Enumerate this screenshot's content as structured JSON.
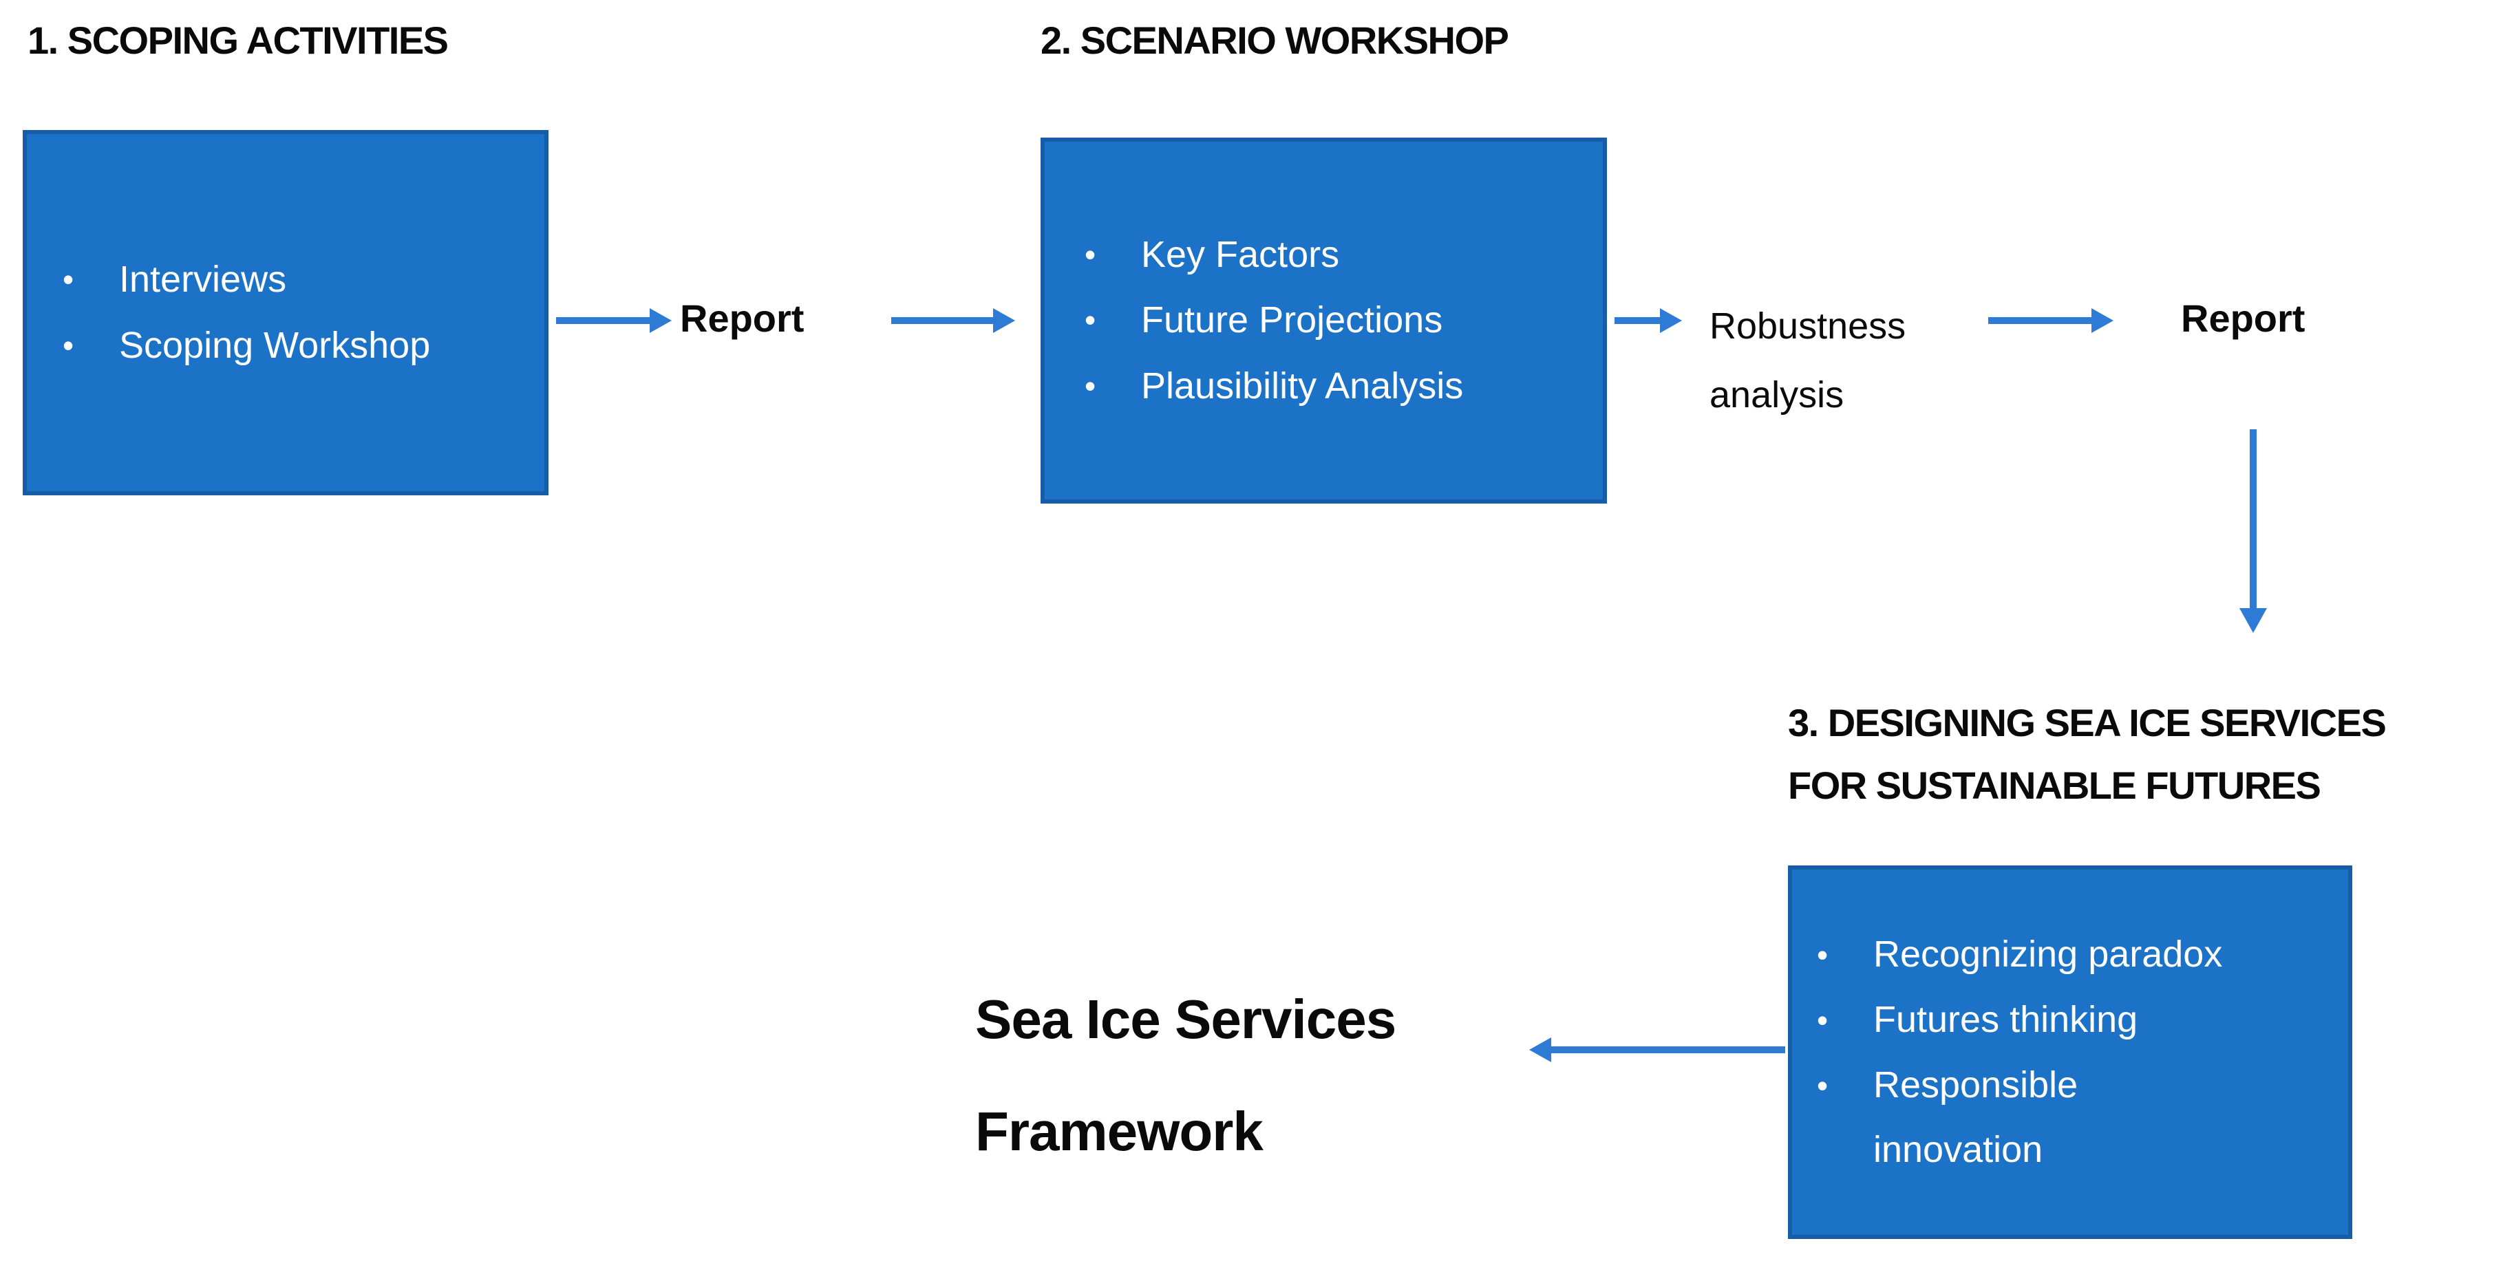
{
  "colors": {
    "box_fill": "#1c72c6",
    "box_border": "#175ca7",
    "arrow": "#2e7bd6",
    "ink": "#0a0a0a",
    "box_text": "#ffffff",
    "bg": "#ffffff"
  },
  "icons": {
    "bullet": "•"
  },
  "stage1": {
    "title": "1. SCOPING ACTIVITIES",
    "bullets": [
      "Interviews",
      "Scoping Workshop"
    ]
  },
  "flow1": {
    "report_label": "Report"
  },
  "stage2": {
    "title": "2. SCENARIO WORKSHOP",
    "bullets": [
      "Key Factors",
      "Future Projections",
      "Plausibility Analysis"
    ]
  },
  "flow2": {
    "robustness_label": "Robustness analysis",
    "report_label": "Report"
  },
  "stage3": {
    "title_line1": "3. DESIGNING SEA ICE SERVICES",
    "title_line2": "FOR SUSTAINABLE FUTURES",
    "bullets": [
      "Recognizing paradox",
      "Futures thinking",
      "Responsible innovation"
    ]
  },
  "outcome": {
    "label": "Sea Ice Services Framework"
  }
}
